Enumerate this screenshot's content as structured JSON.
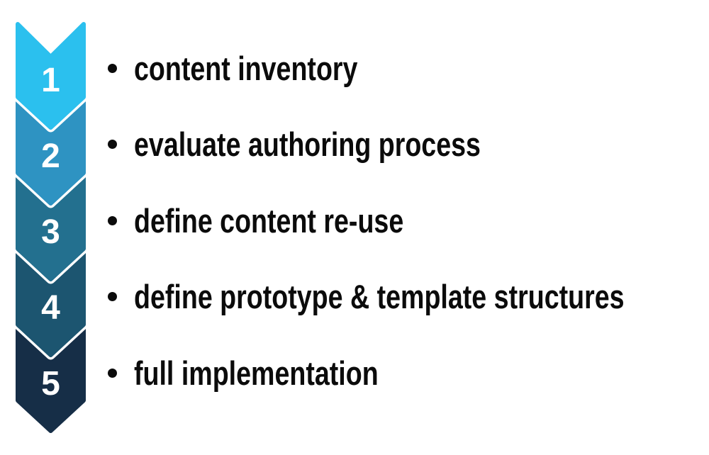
{
  "diagram": {
    "type": "stepped-chevron-list",
    "background": "#ffffff",
    "number_color": "#ffffff",
    "bullet_color": "#0b0b0b",
    "text_color": "#0b0b0b",
    "steps": [
      {
        "number": "1",
        "color": "#2bc0ee",
        "label": "content inventory"
      },
      {
        "number": "2",
        "color": "#2e93c2",
        "label": "evaluate authoring process"
      },
      {
        "number": "3",
        "color": "#23708f",
        "label": "define content re-use"
      },
      {
        "number": "4",
        "color": "#1c5570",
        "label": "define prototype & template structures"
      },
      {
        "number": "5",
        "color": "#162e47",
        "label": "full implementation"
      }
    ]
  }
}
